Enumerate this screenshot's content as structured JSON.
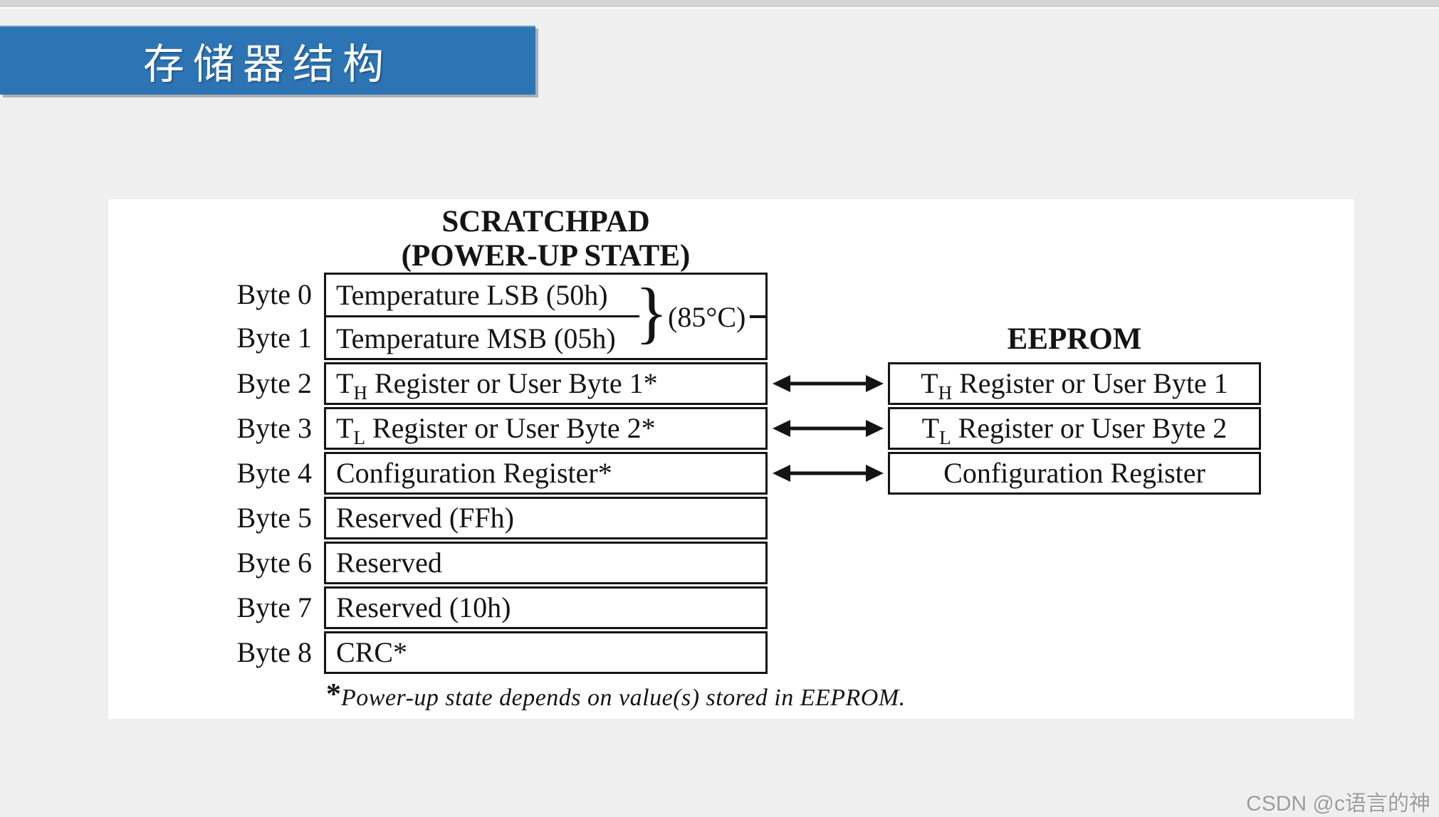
{
  "banner": {
    "title": "存储器结构"
  },
  "colors": {
    "banner_blue": "#2d74b5",
    "diagram_line": "#141414"
  },
  "scratchpad": {
    "title_line1": "SCRATCHPAD",
    "title_line2": "(POWER-UP STATE)",
    "byte_labels": [
      "Byte 0",
      "Byte 1",
      "Byte 2",
      "Byte 3",
      "Byte 4",
      "Byte 5",
      "Byte 6",
      "Byte 7",
      "Byte 8"
    ],
    "rows": [
      {
        "t1": "Temperature LSB (50h)",
        "sub": "",
        "t2": ""
      },
      {
        "t1": "Temperature MSB (05h)",
        "sub": "",
        "t2": ""
      },
      {
        "t1": "T",
        "sub": "H",
        "t2": " Register or User Byte 1*"
      },
      {
        "t1": "T",
        "sub": "L",
        "t2": " Register or User Byte 2*"
      },
      {
        "t1": "Configuration Register*",
        "sub": "",
        "t2": ""
      },
      {
        "t1": "Reserved (FFh)",
        "sub": "",
        "t2": ""
      },
      {
        "t1": "Reserved",
        "sub": "",
        "t2": ""
      },
      {
        "t1": "Reserved (10h)",
        "sub": "",
        "t2": ""
      },
      {
        "t1": "CRC*",
        "sub": "",
        "t2": ""
      }
    ]
  },
  "annotation": {
    "brace_glyph": "}",
    "temp_label": "(85°C)"
  },
  "eeprom": {
    "title": "EEPROM",
    "rows": [
      {
        "t1": "T",
        "sub": "H",
        "t2": " Register or User Byte 1"
      },
      {
        "t1": "T",
        "sub": "L",
        "t2": " Register or User Byte 2"
      },
      {
        "t1": "Configuration Register",
        "sub": "",
        "t2": ""
      }
    ]
  },
  "footnote": {
    "marker": "*",
    "text": "Power-up state depends on value(s) stored in EEPROM."
  },
  "watermark": "CSDN @c语言的神"
}
